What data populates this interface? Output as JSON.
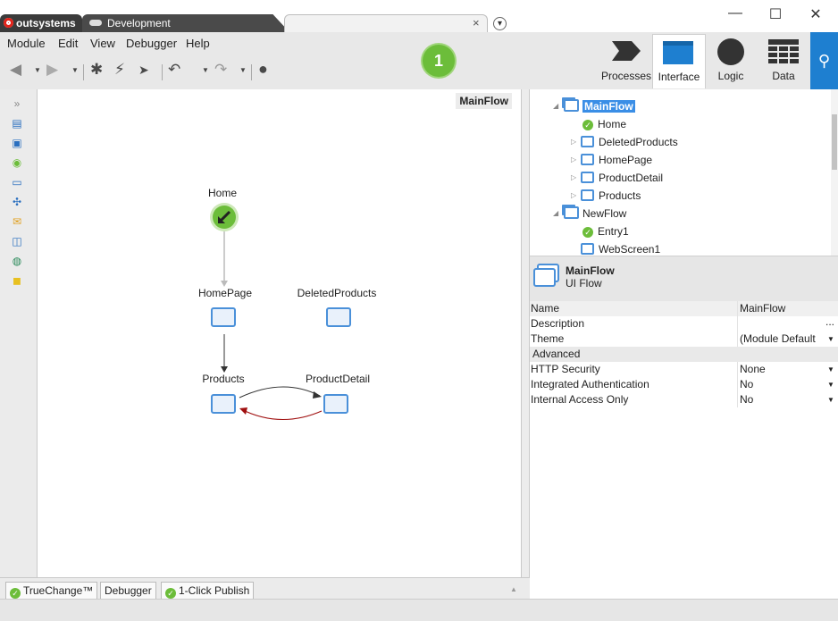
{
  "tabs": {
    "brand": "outsystems",
    "env": "Development",
    "close": "×",
    "dropdown": "▾"
  },
  "window": {
    "minimize": "—",
    "maximize": "☐",
    "close": "✕"
  },
  "menu": [
    "Module",
    "Edit",
    "View",
    "Debugger",
    "Help"
  ],
  "counter": "1",
  "layers": {
    "processes": "Processes",
    "interface": "Interface",
    "logic": "Logic",
    "data": "Data"
  },
  "canvas": {
    "title": "MainFlow",
    "nodes": {
      "home": "Home",
      "homepage": "HomePage",
      "deleted": "DeletedProducts",
      "products": "Products",
      "detail": "ProductDetail"
    }
  },
  "bottom_tabs": {
    "truechange": "TrueChange™",
    "debugger": "Debugger",
    "publish": "1-Click Publish"
  },
  "tree": {
    "mainflow": "MainFlow",
    "home": "Home",
    "deleted": "DeletedProducts",
    "homepage": "HomePage",
    "detail": "ProductDetail",
    "products": "Products",
    "newflow": "NewFlow",
    "entry": "Entry1",
    "webscreen": "WebScreen1"
  },
  "props_header": {
    "title": "MainFlow",
    "subtitle": "UI Flow"
  },
  "properties": {
    "name": {
      "label": "Name",
      "value": "MainFlow"
    },
    "description": {
      "label": "Description",
      "value": "..."
    },
    "theme": {
      "label": "Theme",
      "value": "(Module Default"
    },
    "advanced": "Advanced",
    "http": {
      "label": "HTTP Security",
      "value": "None"
    },
    "auth": {
      "label": "Integrated Authentication",
      "value": "No"
    },
    "internal": {
      "label": "Internal Access Only",
      "value": "No"
    }
  },
  "colors": {
    "accent": "#1e7fd0",
    "green": "#6cbd3a",
    "screen": "#4a90d9",
    "red_link": "#a01010"
  }
}
